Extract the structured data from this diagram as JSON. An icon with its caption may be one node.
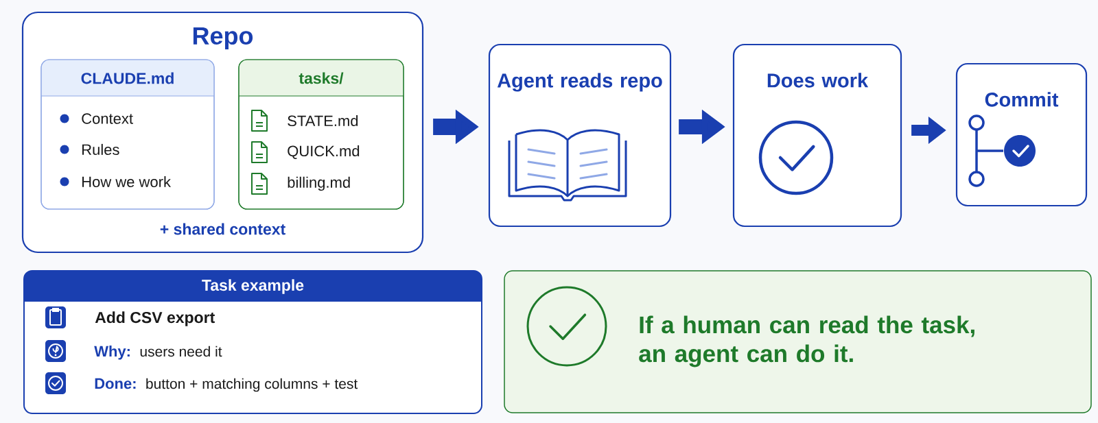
{
  "diagram": {
    "nodes": [
      {
        "text": [
          "Repo",
          "+ shared context"
        ]
      },
      {
        "text": [
          "CLAUDE.md",
          "Context",
          "Rules",
          "How we work"
        ],
        "in": 0
      },
      {
        "text": [
          "tasks/",
          "STATE.md",
          "QUICK.md",
          "billing.md"
        ],
        "in": 0
      },
      {
        "text": [
          "Agent reads repo"
        ]
      },
      {
        "text": [
          "Does work"
        ]
      },
      {
        "text": [
          "Commit"
        ]
      },
      {
        "text": [
          "Task example",
          "Add CSV export",
          "Why:",
          "users need it",
          "Done:",
          "button + matching columns + test"
        ]
      },
      {
        "text": [
          "If a human can read the task, an agent can do it."
        ]
      }
    ],
    "edges": [
      {
        "from": 0,
        "to": 3,
        "arrow": "to"
      },
      {
        "from": 3,
        "to": 4,
        "arrow": "to"
      },
      {
        "from": 4,
        "to": 5,
        "arrow": "to"
      }
    ]
  }
}
